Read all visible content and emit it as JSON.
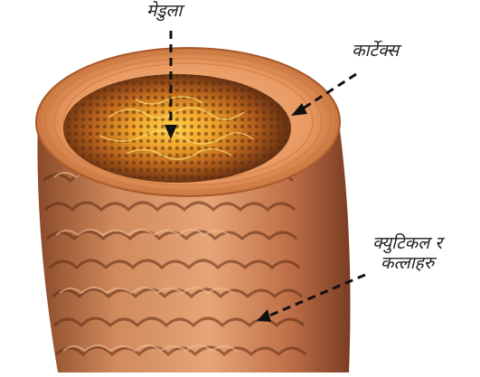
{
  "labels": {
    "medulla": "मेडुला",
    "cortex": "कार्टेक्स",
    "cuticle_line1": "क्युटिकल र",
    "cuticle_line2": "कत्लाहरु"
  },
  "colors": {
    "cortex_ring": "#e79a5c",
    "medulla_center": "#f7c23a",
    "cuticle": "#c8744a",
    "arrow": "#111111"
  }
}
